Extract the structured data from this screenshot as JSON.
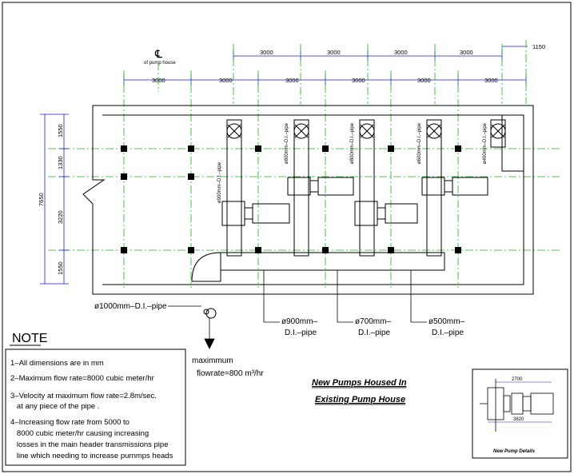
{
  "centerline": {
    "symbol": "℄",
    "caption": "of pump house"
  },
  "top_dims": [
    "3000",
    "3000",
    "3000",
    "3000"
  ],
  "top_right_dim": "1150",
  "mid_dims": [
    "3000",
    "3000",
    "3000",
    "3000",
    "3000",
    "3000"
  ],
  "left_dims": {
    "overall": "7650",
    "d1": "1550",
    "d2": "1330",
    "d3": "3220",
    "d4": "1550"
  },
  "pipe_labels": [
    "ø900mm–D.I.–pipe",
    "ø800mm–D.I.–pipe",
    "ø800mm–D.I.–pipe",
    "ø600mm–D.I.–pipe",
    "ø400mm–D.I.–pipe"
  ],
  "header_labels": {
    "main": "ø1000mm–D.I.–pipe",
    "p900a": "ø900mm–",
    "p900b": "D.I.–pipe",
    "p700a": "ø700mm–",
    "p700b": "D.I.–pipe",
    "p500a": "ø500mm–",
    "p500b": "D.I.–pipe"
  },
  "flow": {
    "line1": "maximmum",
    "line2": "flowrate=800 m³/hr"
  },
  "title": {
    "line1": "New Pumps Housed In",
    "line2": "Existing Pump House"
  },
  "note": {
    "heading": "NOTE",
    "items": [
      "1–All dimensions are in mm",
      "2–Maximum flow rate=8000 cubic meter/hr",
      "3–Velocity at maximum flow rate=2.8m/sec.",
      "   at any piece of the pipe .",
      "4–Increasing flow rate from 5000 to",
      "   8000 cubic meter/hr causing increasing",
      "   losses in the main header transmissions pipe",
      "   line which needing to increase purnmps heads"
    ]
  },
  "detail": {
    "dim_top": "2700",
    "dim_bottom": "3820",
    "caption": "New Pump Details"
  }
}
